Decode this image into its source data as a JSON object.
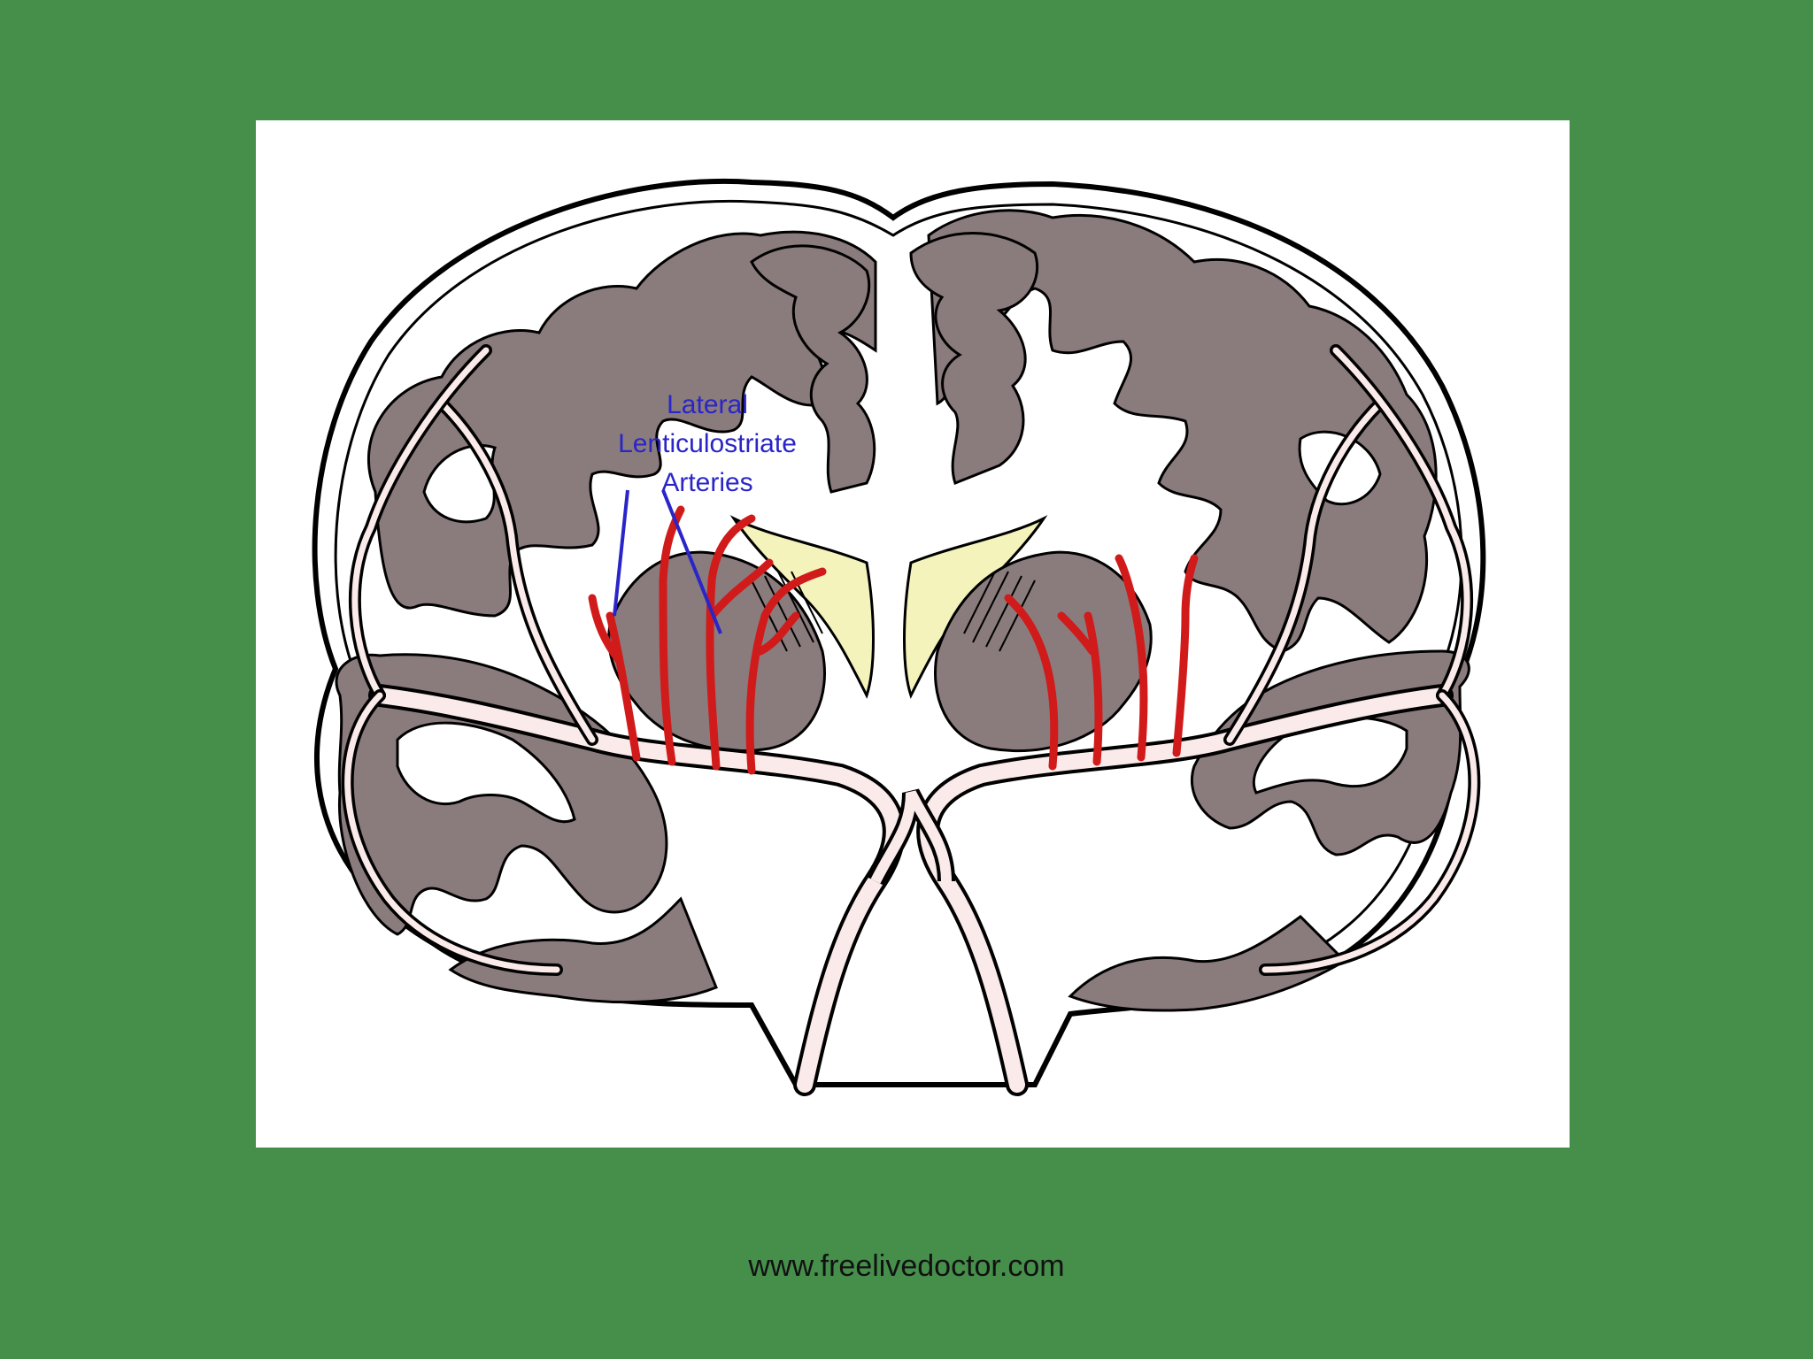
{
  "diagram": {
    "label_lines": [
      "Lateral",
      "Lenticulostriate",
      "Arteries"
    ]
  },
  "footer": {
    "url": "www.freelivedoctor.com"
  },
  "colors": {
    "background": "#468f4b",
    "cortex": "#8a7b7d",
    "white_matter": "#ffffff",
    "vessel": "#fbeaea",
    "artery": "#d11a1a",
    "ventricle": "#f3f3bb",
    "label": "#2a25c8"
  }
}
